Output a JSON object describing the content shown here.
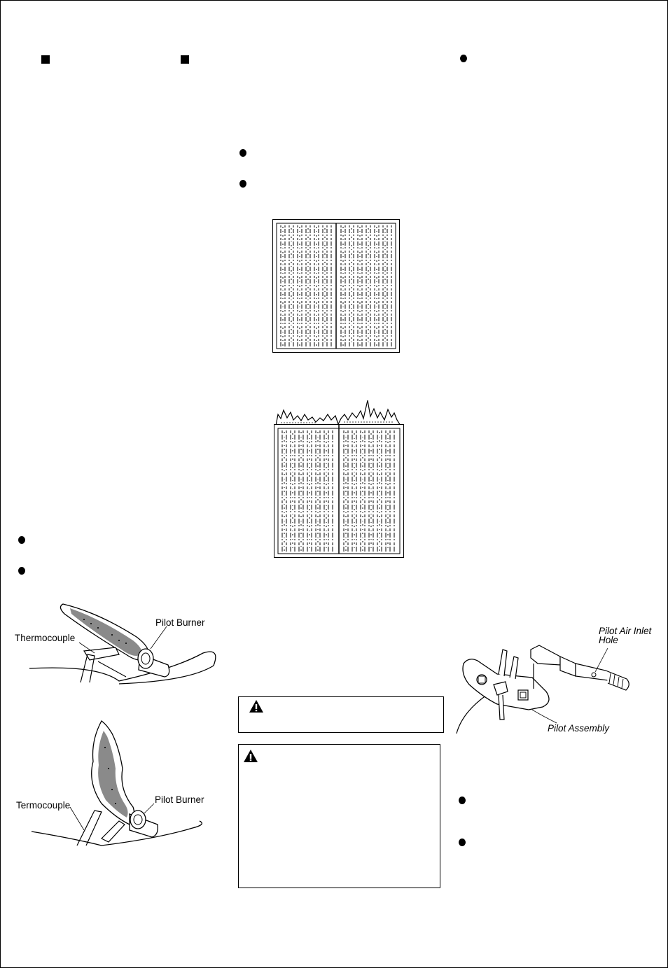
{
  "pilot_flame_figures": {
    "correct": {
      "thermocouple_label": "Thermocouple",
      "pilot_burner_label": "Pilot Burner"
    },
    "incorrect": {
      "thermocouple_label": "Termocouple",
      "pilot_burner_label": "Pilot Burner"
    }
  },
  "pilot_assembly_figure": {
    "air_inlet_label_line1": "Pilot Air Inlet",
    "air_inlet_label_line2": "Hole",
    "assembly_label": "Pilot Assembly"
  },
  "icons": [
    "warning-triangle-icon",
    "bullet-square-icon",
    "bullet-dot-icon"
  ]
}
